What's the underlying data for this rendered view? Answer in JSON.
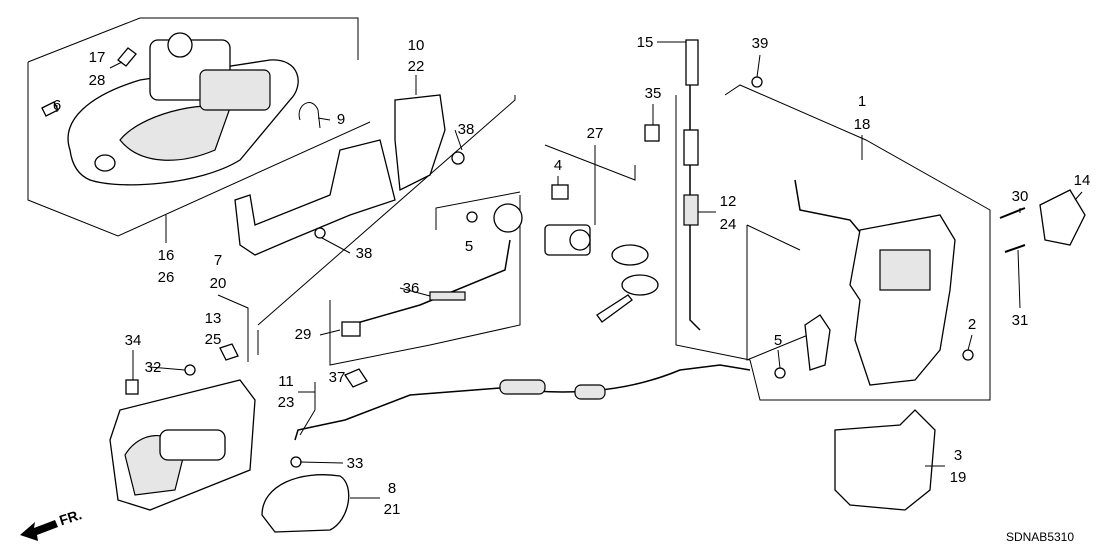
{
  "diagram_code": "SDNAB5310",
  "direction_label": "FR.",
  "callouts": {
    "c17": "17",
    "c28": "28",
    "c6": "6",
    "c10": "10",
    "c22": "22",
    "c9": "9",
    "c38a": "38",
    "c38b": "38",
    "c16": "16",
    "c26": "26",
    "c7": "7",
    "c20": "20",
    "c13": "13",
    "c25": "25",
    "c34": "34",
    "c32": "32",
    "c11": "11",
    "c23": "23",
    "c37": "37",
    "c33": "33",
    "c8": "8",
    "c21": "21",
    "c29": "29",
    "c36": "36",
    "c5a": "5",
    "c4": "4",
    "c27": "27",
    "c35": "35",
    "c15": "15",
    "c39": "39",
    "c12": "12",
    "c24": "24",
    "c1": "1",
    "c18": "18",
    "c30": "30",
    "c14": "14",
    "c31": "31",
    "c2": "2",
    "c5b": "5",
    "c3": "3",
    "c19": "19"
  }
}
